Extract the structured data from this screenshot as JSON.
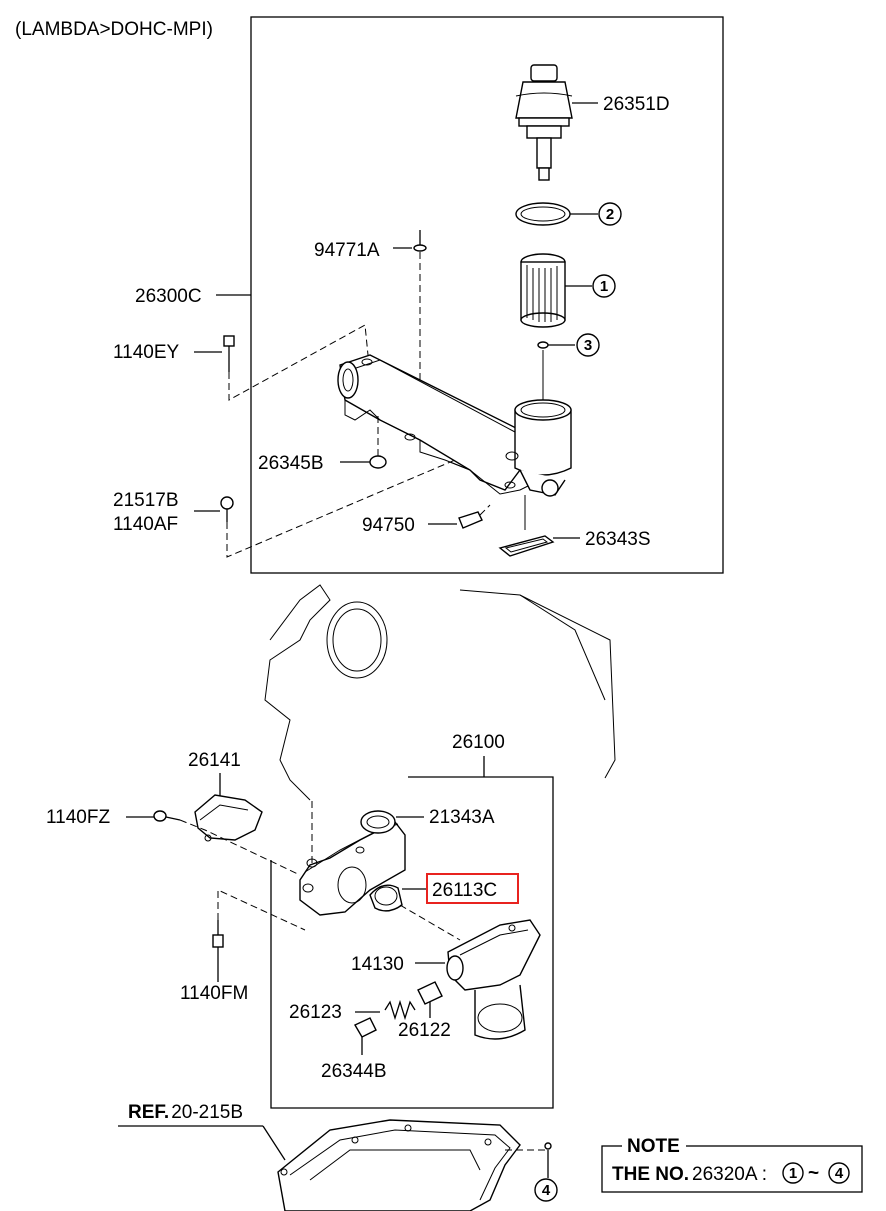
{
  "header": {
    "engine_label": "(LAMBDA>DOHC-MPI)"
  },
  "parts": {
    "p26351D": "26351D",
    "p94771A": "94771A",
    "p26300C": "26300C",
    "p1140EY": "1140EY",
    "p26345B": "26345B",
    "p21517B": "21517B",
    "p1140AF": "1140AF",
    "p94750": "94750",
    "p26343S": "26343S",
    "p26100": "26100",
    "p26141": "26141",
    "p1140FZ": "1140FZ",
    "p21343A": "21343A",
    "p26113C": "26113C",
    "p14130": "14130",
    "p1140FM": "1140FM",
    "p26123": "26123",
    "p26122": "26122",
    "p26344B": "26344B"
  },
  "callouts": {
    "c1": "1",
    "c2": "2",
    "c3": "3",
    "c4": "4"
  },
  "reference": {
    "ref_bold": "REF.",
    "ref_number": "20-215B"
  },
  "note": {
    "title": "NOTE",
    "the_no": "THE NO.",
    "part": "26320A :",
    "from": "1",
    "tilde": "~",
    "to": "4"
  },
  "highlight_color": "#e8231f"
}
